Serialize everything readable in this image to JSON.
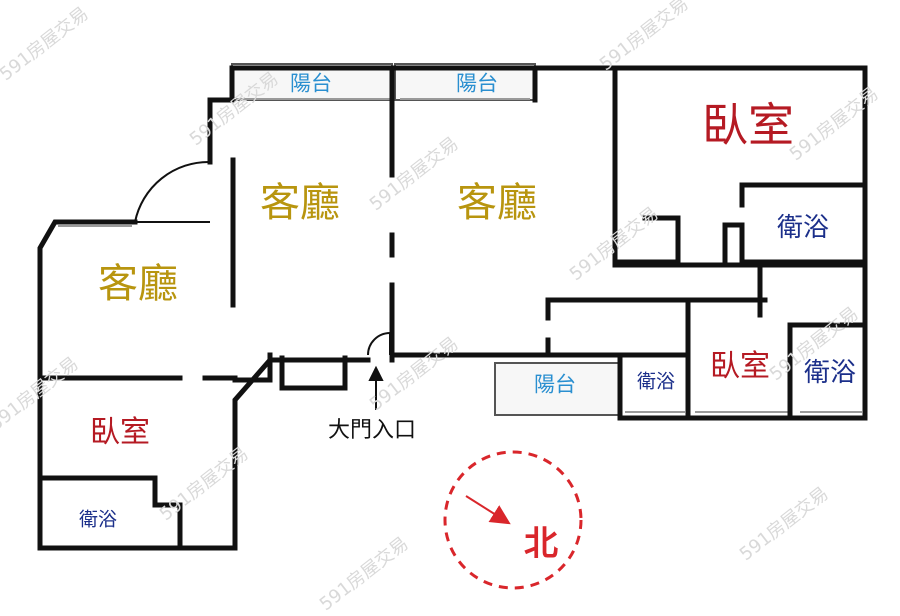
{
  "colors": {
    "wall": "#111111",
    "living": "#b8950f",
    "bedroom": "#b51a23",
    "bath": "#1b2f8a",
    "balcony": "#2a8fd0",
    "compass": "#d9262b",
    "watermark": "#d9d9d9"
  },
  "rooms": {
    "living_left": "客廳",
    "living_center_left": "客廳",
    "living_center_right": "客廳",
    "bedroom_top_right": "臥室",
    "bedroom_mid_right": "臥室",
    "bedroom_bottom_left": "臥室",
    "bath_top_right": "衛浴",
    "bath_far_right": "衛浴",
    "bath_small_center": "衛浴",
    "bath_bottom_left": "衛浴"
  },
  "balconies": {
    "top_left": "陽台",
    "top_right": "陽台",
    "bottom": "陽台"
  },
  "entrance": {
    "label": "大門入口",
    "arrow_icon": "up-arrow-icon"
  },
  "compass": {
    "label": "北",
    "icon": "compass-arrow-icon"
  },
  "watermark": "591房屋交易"
}
